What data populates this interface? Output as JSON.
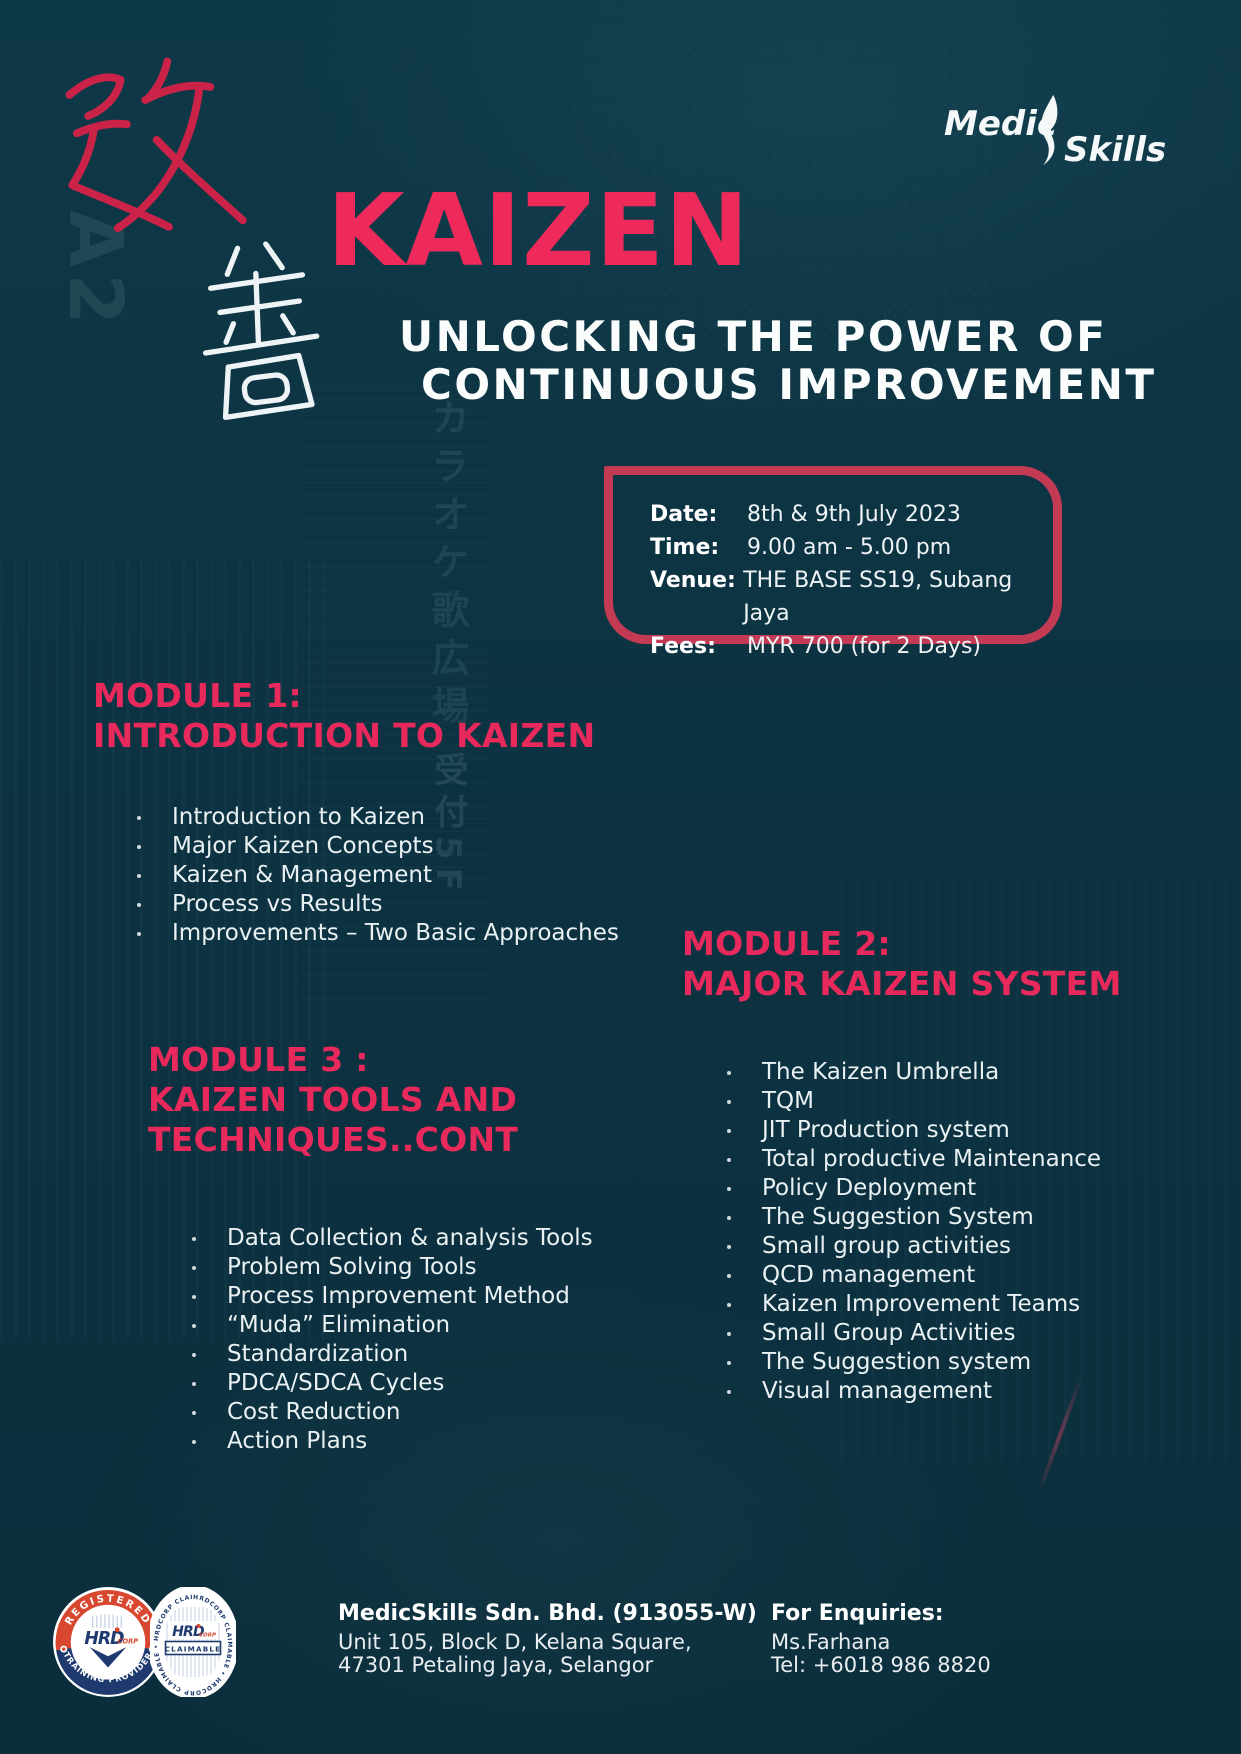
{
  "logo": {
    "medic": "Medic",
    "skills": "Skills"
  },
  "hero": {
    "title": "KAIZEN",
    "subtitle_line1": "UNLOCKING THE POWER OF",
    "subtitle_line2": "CONTINUOUS IMPROVEMENT"
  },
  "info_box": {
    "rows": [
      {
        "label": "Date:",
        "value": "8th & 9th July 2023"
      },
      {
        "label": "Time:",
        "value": "9.00 am - 5.00 pm"
      },
      {
        "label": "Venue:",
        "value": "THE BASE SS19, Subang Jaya"
      },
      {
        "label": "Fees:",
        "value": "MYR 700 (for 2 Days)"
      }
    ]
  },
  "modules": [
    {
      "heading_line1": "MODULE 1:",
      "heading_line2": "INTRODUCTION TO KAIZEN",
      "items": [
        "Introduction to Kaizen",
        "Major Kaizen Concepts",
        "Kaizen & Management",
        "Process vs Results",
        "Improvements – Two Basic Approaches"
      ]
    },
    {
      "heading_line1": "MODULE 2:",
      "heading_line2": "MAJOR KAIZEN SYSTEM",
      "items": [
        "The Kaizen Umbrella",
        "TQM",
        "JIT Production system",
        "Total productive Maintenance",
        "Policy Deployment",
        "The Suggestion System",
        "Small group activities",
        "QCD management",
        "Kaizen Improvement Teams",
        "Small Group Activities",
        "The Suggestion system",
        "Visual management"
      ]
    },
    {
      "heading_line1": "MODULE 3 :",
      "heading_line2": "KAIZEN TOOLS AND",
      "heading_line3": "TECHNIQUES..CONT",
      "items": [
        "Data Collection & analysis Tools",
        "Problem Solving Tools",
        "Process Improvement Method",
        "“Muda” Elimination",
        "Standardization",
        "PDCA/SDCA Cycles",
        "Cost Reduction",
        "Action Plans"
      ]
    }
  ],
  "badges": {
    "registered": {
      "top": "REGISTERED",
      "bottom": "TRAINING PROVIDER",
      "logo_hrd": "HRD",
      "logo_corp": "CORP"
    },
    "claimable": {
      "rim": "HRDCORP CLAIMABLE • HRDCORP CLAIMABLE • HRDCORP CLAIMABLE •",
      "logo_hrd": "HRD",
      "logo_corp": "CORP",
      "label": "CLAIMABLE"
    }
  },
  "footer": {
    "company": {
      "name": "MedicSkills Sdn. Bhd. (913055-W)",
      "address_line1": "Unit 105, Block D, Kelana Square,",
      "address_line2": "47301 Petaling Jaya, Selangor"
    },
    "enquiries": {
      "heading": "For Enquiries:",
      "contact_name": "Ms.Farhana",
      "tel": "Tel:  +6018 986 8820"
    }
  },
  "background": {
    "kanji_kai": "改",
    "kanji_zen": "善",
    "vertical_sign1": "カラオケ歌広場",
    "vertical_sign2": "受付5F",
    "watermark": "A2"
  },
  "colors": {
    "background_teal": "#0d3443",
    "accent_pink": "#EE2A5B",
    "box_border_rose": "#C23A53",
    "badge_navy": "#1E3A6E",
    "badge_red": "#D8472F"
  }
}
